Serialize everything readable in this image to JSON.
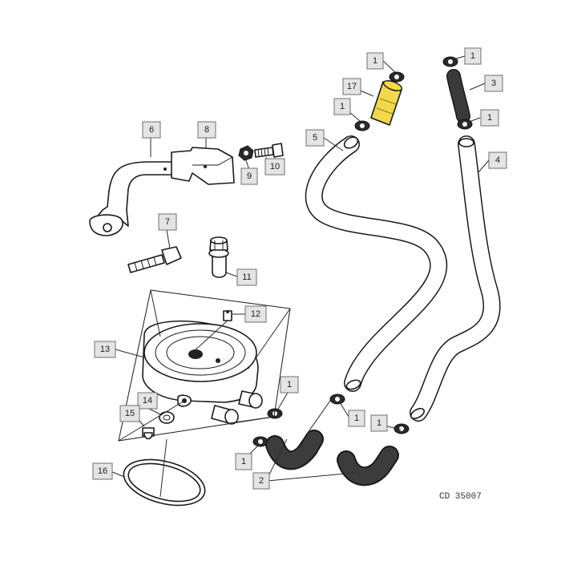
{
  "callouts": {
    "c1": "1",
    "c2": "2",
    "c3": "3",
    "c4": "4",
    "c5": "5",
    "c6": "6",
    "c7": "7",
    "c8": "8",
    "c9": "9",
    "c10": "10",
    "c11": "11",
    "c12": "12",
    "c13": "13",
    "c14": "14",
    "c15": "15",
    "c16": "16",
    "c17": "17"
  },
  "reference_code": "CD 35007",
  "colors": {
    "highlight": "#f2d84a",
    "callout_fill": "#e4e4e4",
    "line": "#1a1a1a"
  }
}
